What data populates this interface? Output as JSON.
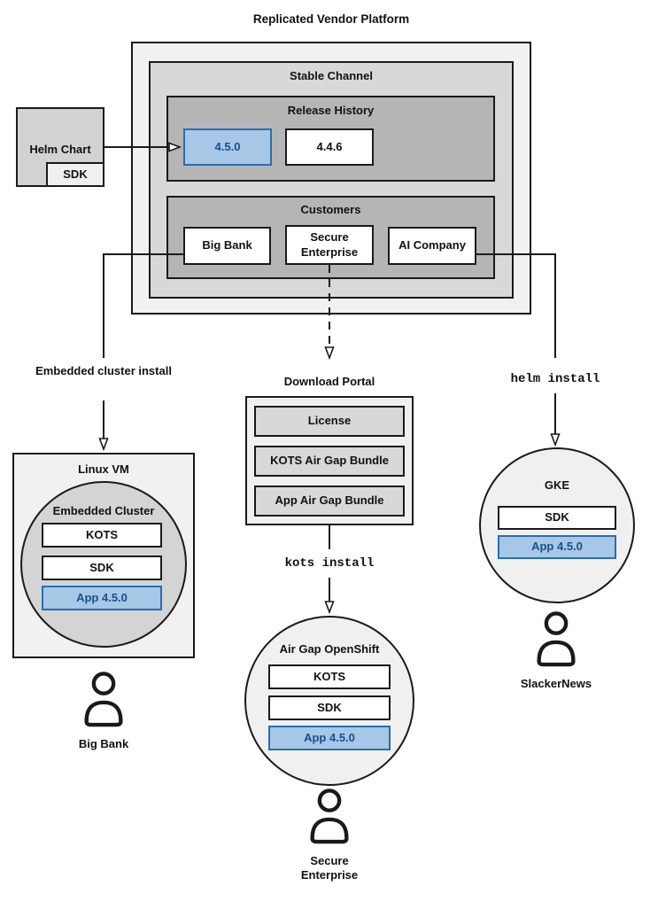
{
  "colors": {
    "highlight_fill": "#a7c7e7",
    "highlight_border": "#2470b3",
    "highlight_text": "#15518e",
    "container_lightest": "#f1f1f1",
    "container_light": "#d8d8d8",
    "container_mid": "#b5b5b5",
    "line": "#1a1a1a"
  },
  "platform": {
    "title": "Replicated Vendor Platform",
    "stable_channel": {
      "title": "Stable Channel",
      "release_history": {
        "title": "Release History",
        "releases": [
          {
            "version": "4.5.0",
            "highlighted": true
          },
          {
            "version": "4.4.6",
            "highlighted": false
          }
        ]
      },
      "customers": {
        "title": "Customers",
        "items": [
          {
            "name": "Big Bank"
          },
          {
            "name": "Secure Enterprise"
          },
          {
            "name": "AI Company"
          }
        ]
      }
    }
  },
  "helm_chart": {
    "title": "Helm Chart",
    "sdk": "SDK"
  },
  "flows": {
    "embedded": {
      "label": "Embedded cluster install"
    },
    "kots": {
      "command": "kots install"
    },
    "helm": {
      "command": "helm install"
    }
  },
  "download_portal": {
    "title": "Download Portal",
    "items": [
      {
        "label": "License"
      },
      {
        "label": "KOTS Air Gap Bundle"
      },
      {
        "label": "App Air Gap Bundle"
      }
    ]
  },
  "linux_vm": {
    "title": "Linux VM",
    "cluster_title": "Embedded Cluster",
    "components": [
      {
        "label": "KOTS"
      },
      {
        "label": "SDK"
      }
    ],
    "app": "App 4.5.0",
    "user": "Big Bank"
  },
  "openshift": {
    "title": "Air Gap OpenShift",
    "components": [
      {
        "label": "KOTS"
      },
      {
        "label": "SDK"
      }
    ],
    "app": "App 4.5.0",
    "user": "Secure Enterprise"
  },
  "gke": {
    "title": "GKE",
    "components": [
      {
        "label": "SDK"
      }
    ],
    "app": "App 4.5.0",
    "user": "SlackerNews"
  }
}
